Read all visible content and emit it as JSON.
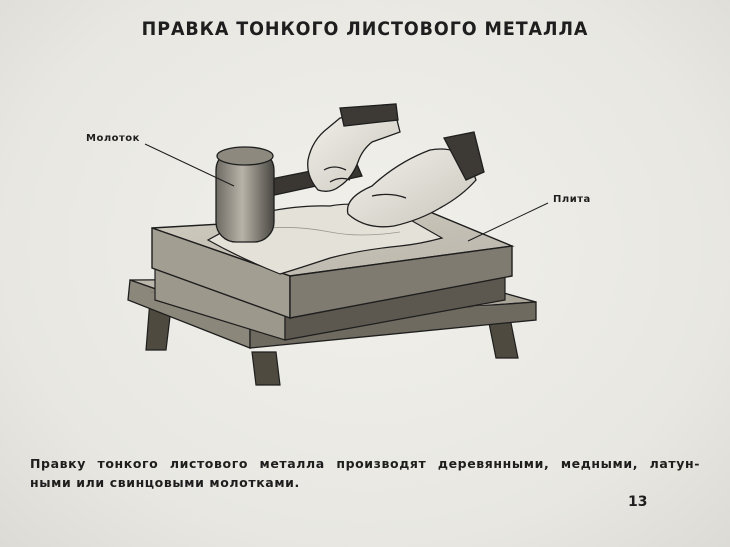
{
  "title": "ПРАВКА ТОНКОГО ЛИСТОВОГО МЕТАЛЛА",
  "labels": {
    "hammer": "Молоток",
    "plate": "Плита"
  },
  "caption": {
    "line1": "Правку тонкого листового металла производят деревянными, медными, латун-",
    "line2": "ными или свинцовыми молотками."
  },
  "page_number": "13",
  "colors": {
    "background": "#ecebe6",
    "ink": "#1e1e1e"
  }
}
